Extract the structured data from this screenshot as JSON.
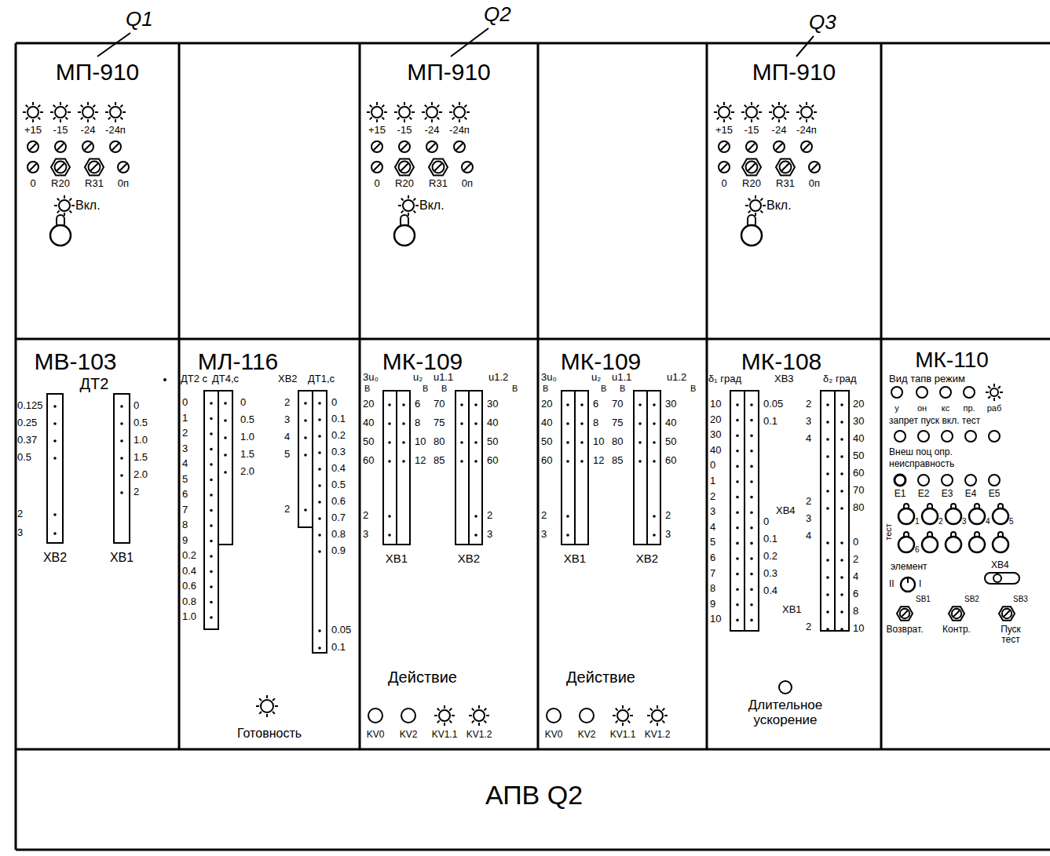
{
  "diagram": {
    "nodes": [
      {
        "text": [
          "МП-910",
          "+15",
          "-15",
          "-24",
          "-24п",
          "0",
          "R20",
          "R31",
          "0п",
          "Вкл."
        ]
      },
      {
        "text": [
          "МП-910",
          "+15",
          "-15",
          "-24",
          "-24п",
          "0",
          "R20",
          "R31",
          "0п",
          "Вкл."
        ]
      },
      {
        "text": [
          "МП-910",
          "+15",
          "-15",
          "-24",
          "-24п",
          "0",
          "R20",
          "R31",
          "0п",
          "Вкл."
        ]
      },
      {
        "text": [
          "МВ-103",
          "ДТ2",
          "0.125",
          "0.25",
          "0.37",
          "0.5",
          "2",
          "3",
          "ХВ2",
          "0",
          "0.5",
          "1.0",
          "1.5",
          "2.0",
          "2",
          "ХВ1"
        ]
      },
      {
        "text": [
          "МЛ-116",
          "ДТ2 с",
          "ДТ4,с",
          "ХВ2",
          "ДТ1,с",
          "0",
          "1",
          "2",
          "3",
          "4",
          "5",
          "6",
          "7",
          "8",
          "9",
          "0.2",
          "0.4",
          "0.6",
          "0.8",
          "1.0",
          "0",
          "0.5",
          "1.0",
          "1.5",
          "2.0",
          "2",
          "3",
          "4",
          "5",
          "2",
          "0",
          "0.1",
          "0.2",
          "0.3",
          "0.4",
          "0.5",
          "0.6",
          "0.7",
          "0.8",
          "0.9",
          "0.05",
          "0.1",
          "Готовность"
        ]
      },
      {
        "text": [
          "МК-109",
          "3u₀",
          "В",
          "u₂",
          "В",
          "u1.1",
          "В",
          "u1.2",
          "В",
          "20",
          "40",
          "50",
          "60",
          "2",
          "3",
          "6",
          "8",
          "10",
          "12",
          "70",
          "75",
          "80",
          "85",
          "30",
          "40",
          "50",
          "60",
          "2",
          "3",
          "ХВ1",
          "ХВ2",
          "Действие",
          "KV0",
          "KV2",
          "KV1.1",
          "KV1.2"
        ]
      },
      {
        "text": [
          "МК-109",
          "3u₀",
          "В",
          "u₂",
          "В",
          "u1.1",
          "В",
          "u1.2",
          "В",
          "20",
          "40",
          "50",
          "60",
          "2",
          "3",
          "6",
          "8",
          "10",
          "12",
          "70",
          "75",
          "80",
          "85",
          "30",
          "40",
          "50",
          "60",
          "2",
          "3",
          "ХВ1",
          "ХВ2",
          "Действие",
          "KV0",
          "KV2",
          "KV1.1",
          "KV1.2"
        ]
      },
      {
        "text": [
          "МК-108",
          "δ₁ град",
          "ХВ3",
          "δ₂ град",
          "10",
          "20",
          "30",
          "40",
          "0",
          "1",
          "2",
          "3",
          "4",
          "5",
          "6",
          "7",
          "8",
          "9",
          "10",
          "0.05",
          "0.1",
          "2",
          "3",
          "4",
          "ХВ4",
          "2",
          "3",
          "4",
          "0",
          "0.1",
          "0.2",
          "0.3",
          "0.4",
          "20",
          "30",
          "40",
          "50",
          "60",
          "70",
          "80",
          "0",
          "2",
          "4",
          "6",
          "8",
          "10",
          "ХВ1",
          "2",
          "Длительное ускорение"
        ]
      },
      {
        "text": [
          "МК-110",
          "Вид тапв режим",
          "у",
          "он",
          "кс",
          "пр.",
          "раб",
          "запрет пуск вкл. тест",
          "Внеш поц опр.",
          "неисправность",
          "Е1",
          "Е2",
          "Е3",
          "Е4",
          "Е5",
          "тест",
          "1",
          "2",
          "3",
          "4",
          "5",
          "6",
          "элемент",
          "ХВ4",
          "II",
          "I",
          "SB1",
          "SB2",
          "SB3",
          "Возврат.",
          "Контр.",
          "Пуск тест"
        ]
      },
      {
        "text": [
          "АПВ Q2"
        ]
      }
    ],
    "labels": [
      "Q1",
      "Q2",
      "Q3"
    ]
  }
}
